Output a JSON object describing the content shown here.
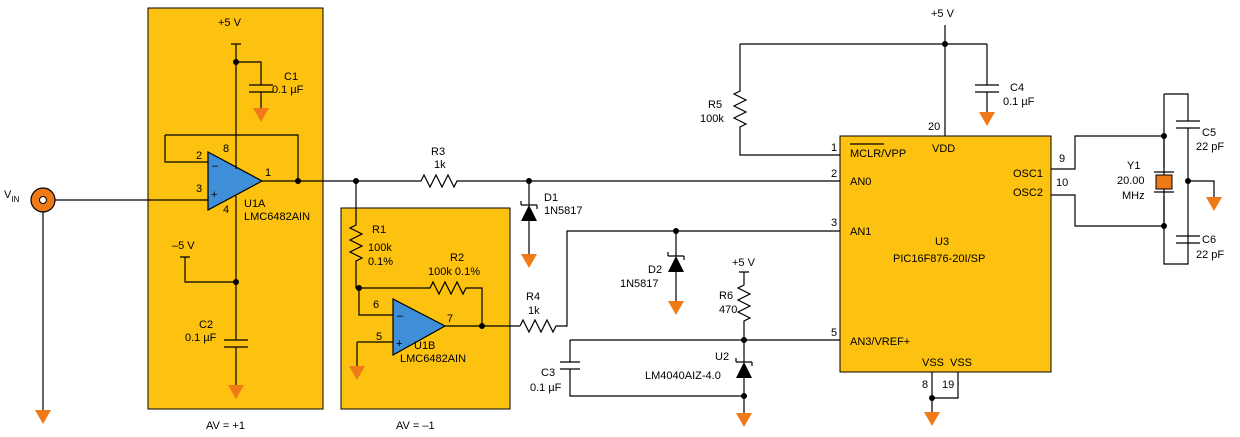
{
  "vin": {
    "main": "V",
    "sub": "IN"
  },
  "supplies": {
    "pos": "+5 V",
    "neg": "–5 V"
  },
  "buffer": {
    "ref": "U1A",
    "part": "LMC6482AIN",
    "gain": "AV = +1",
    "pins": {
      "inv": "2",
      "noninv": "3",
      "out": "1",
      "vcc": "8",
      "vee": "4"
    }
  },
  "inverter": {
    "ref": "U1B",
    "part": "LMC6482AIN",
    "gain": "AV = –1",
    "pins": {
      "inv": "6",
      "noninv": "5",
      "out": "7"
    }
  },
  "caps": {
    "c1": {
      "ref": "C1",
      "value": "0.1 µF"
    },
    "c2": {
      "ref": "C2",
      "value": "0.1 µF"
    },
    "c3": {
      "ref": "C3",
      "value": "0.1 µF"
    },
    "c4": {
      "ref": "C4",
      "value": "0.1 µF"
    },
    "c5": {
      "ref": "C5",
      "value": "22 pF"
    },
    "c6": {
      "ref": "C6",
      "value": "22 pF"
    }
  },
  "resistors": {
    "r1": {
      "ref": "R1",
      "value": "100k",
      "tol": "0.1%"
    },
    "r2": {
      "ref": "R2",
      "value": "100k 0.1%"
    },
    "r3": {
      "ref": "R3",
      "value": "1k"
    },
    "r4": {
      "ref": "R4",
      "value": "1k"
    },
    "r5": {
      "ref": "R5",
      "value": "100k"
    },
    "r6": {
      "ref": "R6",
      "value": "470"
    }
  },
  "diodes": {
    "d1": {
      "ref": "D1",
      "part": "1N5817"
    },
    "d2": {
      "ref": "D2",
      "part": "1N5817"
    },
    "u2": {
      "ref": "U2",
      "part": "LM4040AIZ-4.0"
    }
  },
  "crystal": {
    "ref": "Y1",
    "freq": "20.00",
    "unit": "MHz"
  },
  "mcu": {
    "ref": "U3",
    "part": "PIC16F876-20I/SP",
    "pins": {
      "mclr": {
        "num": "1",
        "label": "MCLR/VPP"
      },
      "an0": {
        "num": "2",
        "label": "AN0"
      },
      "an1": {
        "num": "3",
        "label": "AN1"
      },
      "an3": {
        "num": "5",
        "label": "AN3/VREF+"
      },
      "vdd": {
        "num": "20",
        "label": "VDD"
      },
      "osc1": {
        "num": "9",
        "label": "OSC1"
      },
      "osc2": {
        "num": "10",
        "label": "OSC2"
      },
      "vss1": {
        "num": "8",
        "label": "VSS"
      },
      "vss2": {
        "num": "19",
        "label": "VSS"
      }
    }
  },
  "colors": {
    "block": "#fcc20f",
    "opamp": "#3f8fd8",
    "ground": "#f07a18"
  }
}
